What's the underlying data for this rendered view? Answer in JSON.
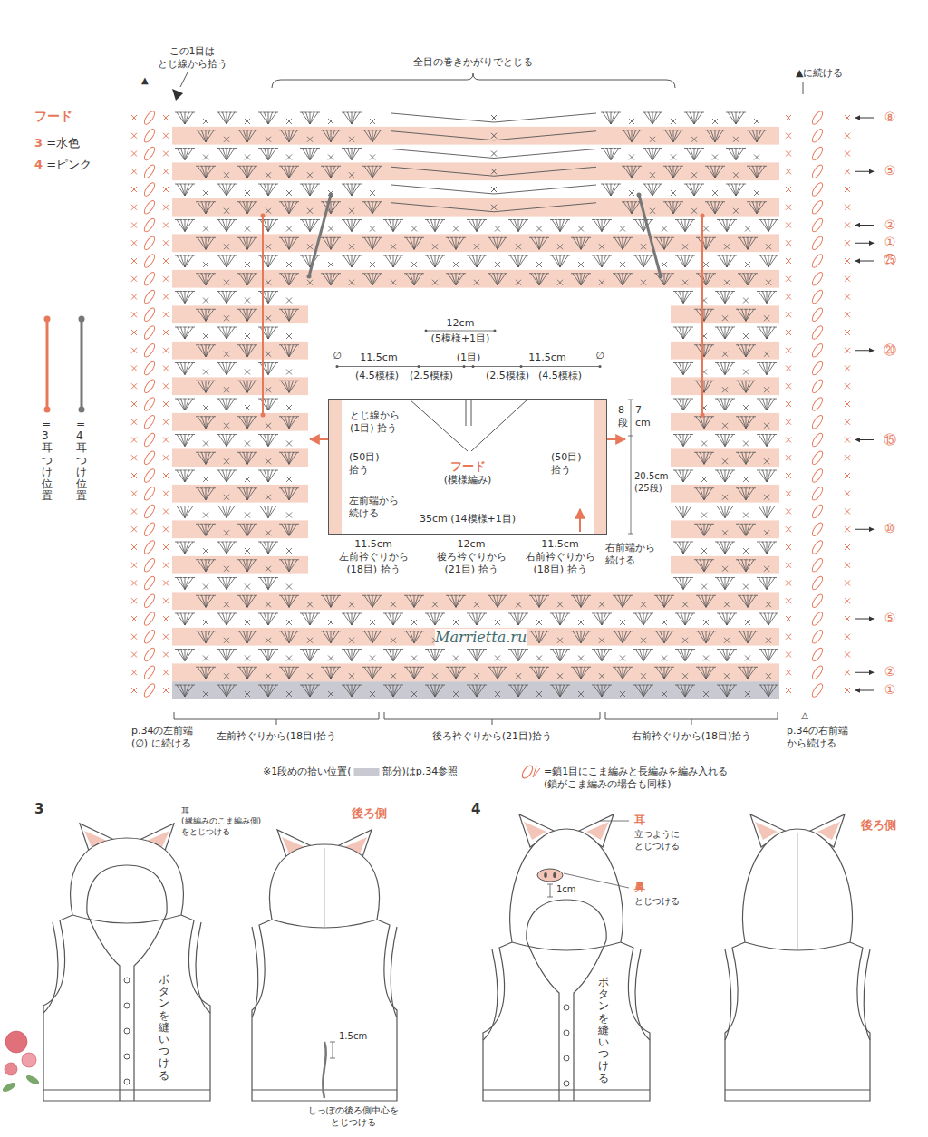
{
  "diagram": {
    "nodes": [
      {
        "text": [
          "フード",
          "(模様編み)"
        ]
      }
    ],
    "labels": [
      "この1目は とじ線から拾う",
      "▲",
      "全目の巻きかがりでとじる",
      "▲に続ける",
      "フード",
      "3 =水色",
      "4 =ピンク",
      "=3耳つけ位置",
      "=4耳つけ位置",
      "⑧",
      "⑤",
      "②",
      "①",
      "㉕",
      "⑳",
      "⑮",
      "⑩",
      "⑤",
      "②",
      "①",
      "12cm",
      "(5模様+1目)",
      "∅",
      "11.5cm",
      "(1目)",
      "11.5cm",
      "∅",
      "(4.5模様)",
      "(2.5模様)",
      "(2.5模様)",
      "(4.5模様)",
      "とじ線から (1目) 拾う",
      "(50目) 拾う",
      "左前端から 続ける",
      "(50目) 拾う",
      "8 段",
      "7 cm",
      "20.5cm (25段)",
      "右前端から 続ける",
      "35cm (14模様+1目)",
      "11.5cm 左前衿ぐりから (18目) 拾う",
      "12cm 後ろ衿ぐりから (21目) 拾う",
      "11.5cm 右前衿ぐりから (18目) 拾う",
      "Marrietta.ru",
      "p.34の左前端 (∅) に続ける",
      "左前衿ぐりから(18目)拾う",
      "後ろ衿ぐりから(21目)拾う",
      "右前衿ぐりから(18目)拾う",
      "△",
      "p.34の右前端 から続ける",
      "※1段めの拾い位置(",
      "部分)はp.34参照",
      "3",
      "後ろ側",
      "耳 (縁編みのこま編み側) をとじつける",
      "ボタンを縫いつける",
      "1.5cm",
      "しっぽの後ろ側中心を とじつける",
      "4",
      "後ろ側",
      "耳",
      "立つように とじつける",
      "鼻",
      "とじつける",
      "1cm",
      "ボタンを縫いつける"
    ],
    "legend": [
      {
        "text": "=鎖1目にこま編みと長編みを編み入れる (鎖がこま編みの場合も同様)"
      }
    ]
  }
}
